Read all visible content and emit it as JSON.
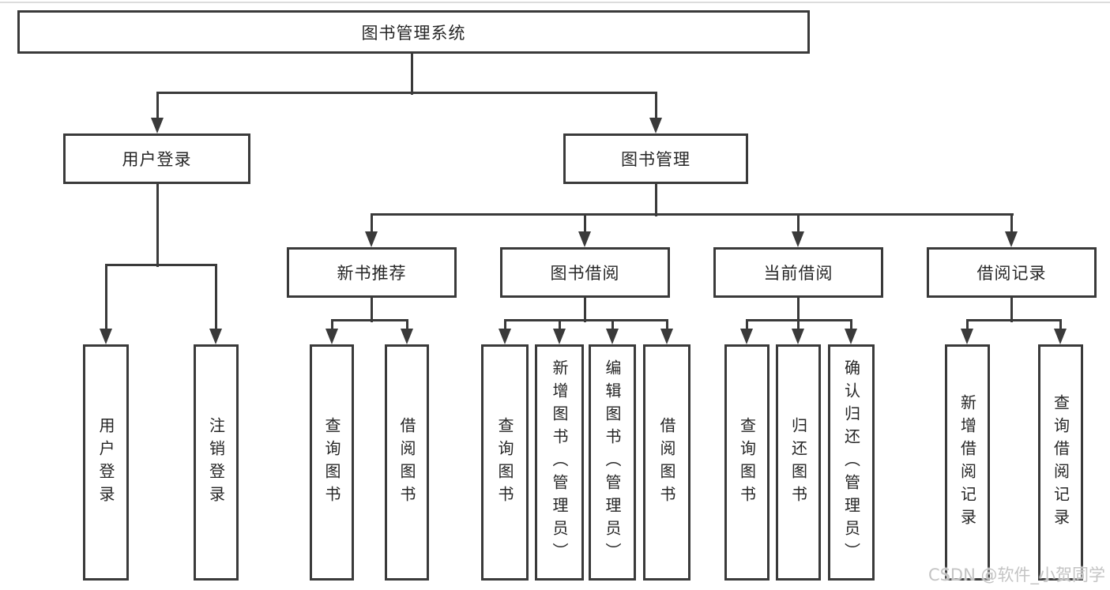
{
  "tree": {
    "root": {
      "label": "图书管理系统"
    },
    "branches": [
      {
        "label": "用户登录",
        "children": [
          {
            "label": "用户登录"
          },
          {
            "label": "注销登录"
          }
        ]
      },
      {
        "label": "图书管理",
        "children": [
          {
            "label": "新书推荐",
            "children": [
              {
                "label": "查询图书"
              },
              {
                "label": "借阅图书"
              }
            ]
          },
          {
            "label": "图书借阅",
            "children": [
              {
                "label": "查询图书"
              },
              {
                "label": "新增图书（管理员）"
              },
              {
                "label": "编辑图书（管理员）"
              },
              {
                "label": "借阅图书"
              }
            ]
          },
          {
            "label": "当前借阅",
            "children": [
              {
                "label": "查询图书"
              },
              {
                "label": "归还图书"
              },
              {
                "label": "确认归还（管理员）"
              }
            ]
          },
          {
            "label": "借阅记录",
            "children": [
              {
                "label": "新增借阅记录"
              },
              {
                "label": "查询借阅记录"
              }
            ]
          }
        ]
      }
    ]
  },
  "watermark": {
    "text": "CSDN @软件_小贺同学",
    "color": "#c4c4c4"
  },
  "colors": {
    "line": "#3a3a3a",
    "text": "#262626",
    "background": "#ffffff",
    "top_rule": "#dcdcdc"
  }
}
